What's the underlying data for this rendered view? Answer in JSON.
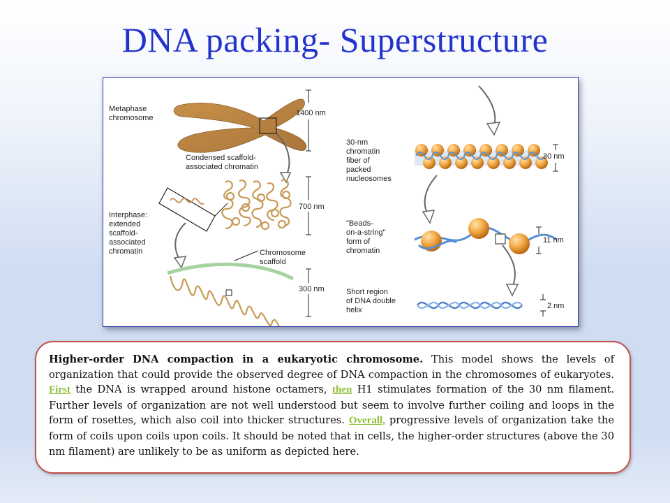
{
  "slide": {
    "title": "DNA packing- Superstructure"
  },
  "figure": {
    "labels": {
      "metaphase": [
        "Metaphase",
        "chromosome"
      ],
      "condensed": [
        "Condensed scaffold-",
        "associated chromatin"
      ],
      "interphase": [
        "Interphase:",
        "extended",
        "scaffold-",
        "associated",
        "chromatin"
      ],
      "scaffold": [
        "Chromosome",
        "scaffold"
      ],
      "fiber30": [
        "30-nm",
        "chromatin",
        "fiber of",
        "packed",
        "nucleosomes"
      ],
      "beads": [
        "\"Beads-",
        "on-a-string\"",
        "form of",
        "chromatin"
      ],
      "dna": [
        "Short region",
        "of DNA double",
        "helix"
      ]
    },
    "measures": {
      "m1400": "1400 nm",
      "m700": "700 nm",
      "m300": "300 nm",
      "m30": "30 nm",
      "m11": "11 nm",
      "m2": "2 nm"
    },
    "colors": {
      "chromatin": "#c89a55",
      "nucleosome": "#f0a640",
      "dna": "#5a8fd0",
      "scaffold": "#a6d3a0"
    }
  },
  "caption": {
    "heading": "Higher-order DNA compaction in a eukaryotic chromosome.",
    "text1": " This model shows the levels of organization that could provide the observed degree of DNA compaction in the chromosomes of eukaryotes. ",
    "first": "First",
    "text2": " the DNA is wrapped around histone octamers, ",
    "then": "then",
    "text3": " H1 stimulates formation of the 30 nm filament. Further levels of organization are not well understood but seem to involve further coiling and loops in the form of rosettes, which also coil into thicker structures. ",
    "overall": "Overall,",
    "text4": " progressive levels of organization take the form of coils upon coils upon coils. It should be noted that in cells, the higher-order structures (above the 30 nm filament) are unlikely to be as uniform as depicted here."
  }
}
